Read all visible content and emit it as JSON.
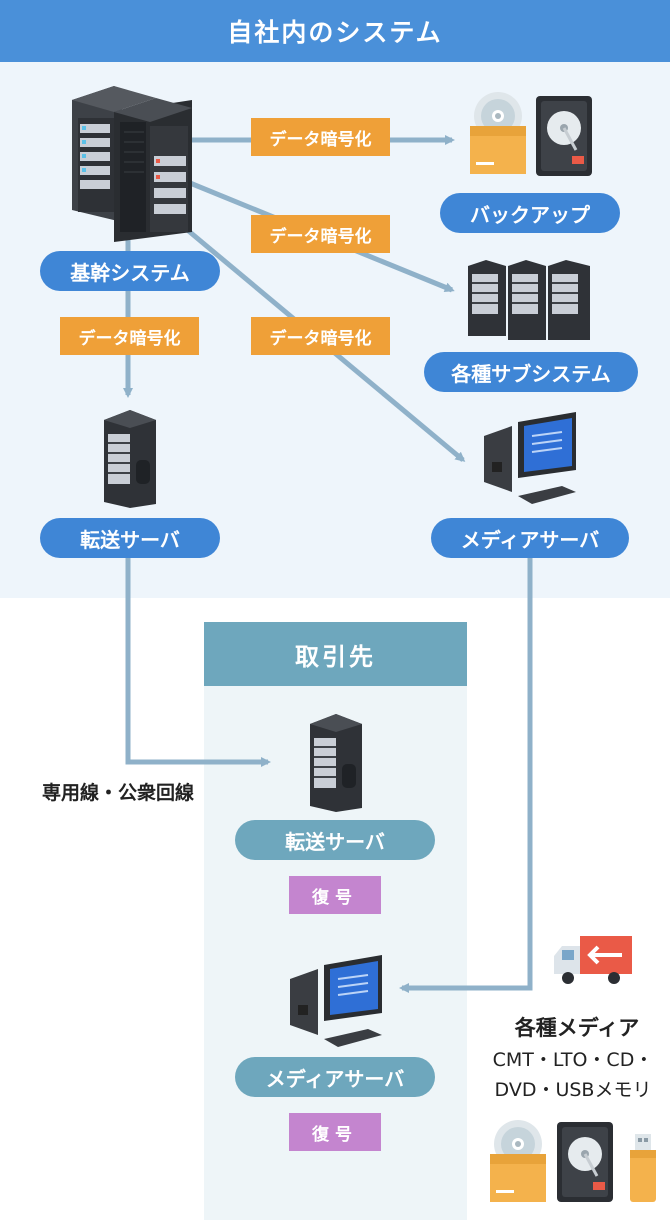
{
  "header": {
    "title": "自社内のシステム"
  },
  "partner": {
    "title": "取引先"
  },
  "nodes": {
    "core_system": "基幹システム",
    "transfer_server": "転送サーバ",
    "backup": "バックアップ",
    "sub_systems": "各種サブシステム",
    "media_server": "メディアサーバ",
    "partner_transfer_server": "転送サーバ",
    "partner_media_server": "メディアサーバ"
  },
  "labels": {
    "encrypt_backup": "データ暗号化",
    "encrypt_sub": "データ暗号化",
    "encrypt_transfer": "データ暗号化",
    "encrypt_media": "データ暗号化",
    "decrypt_transfer": "復号",
    "decrypt_media": "復号",
    "line_type": "専用線・公衆回線"
  },
  "media": {
    "title": "各種メディア",
    "line1": "CMT・LTO・CD・",
    "line2": "DVD・USBメモリ"
  },
  "colors": {
    "header_blue": "#4a90d9",
    "node_blue": "#3f86d6",
    "partner_teal": "#6ea7bd",
    "encrypt_orange": "#efa038",
    "decrypt_purple": "#c485cf",
    "connector": "#8fb1c9"
  },
  "icons": [
    "server-rack-icon",
    "server-tower-icon",
    "cd-disc-icon",
    "folder-icon",
    "hard-disk-icon",
    "computer-icon",
    "truck-icon",
    "usb-memory-icon",
    "arrow-left-icon"
  ]
}
